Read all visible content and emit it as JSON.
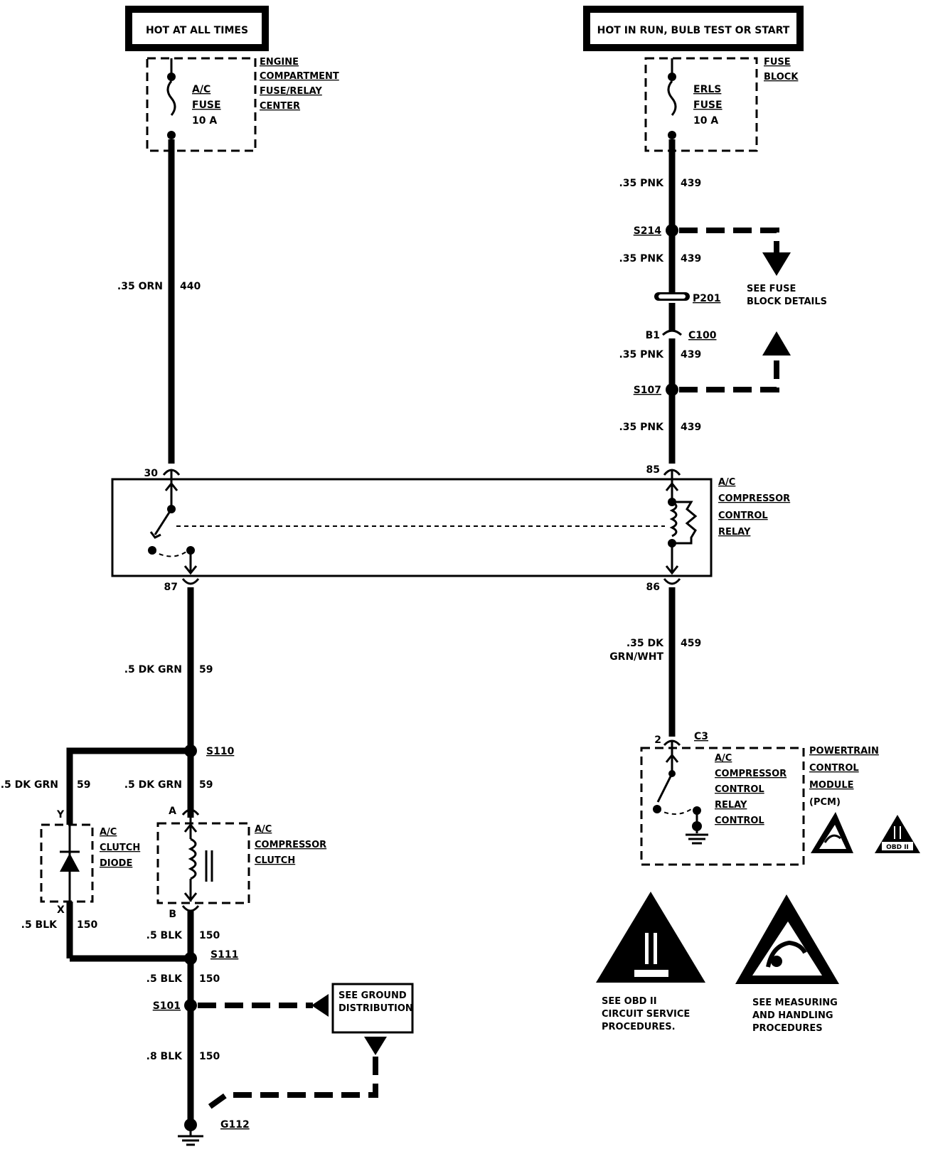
{
  "headers": {
    "left": "HOT AT ALL TIMES",
    "right": "HOT IN RUN, BULB TEST OR START"
  },
  "fuse_left": {
    "name": [
      "A/C",
      "FUSE",
      "10 A"
    ],
    "location": [
      "ENGINE",
      "COMPARTMENT",
      "FUSE/RELAY",
      "CENTER"
    ]
  },
  "fuse_right": {
    "name": [
      "ERLS",
      "FUSE",
      "10 A"
    ],
    "location": [
      "FUSE",
      "BLOCK"
    ]
  },
  "wires": {
    "w440": {
      "gauge": ".35 ORN",
      "circuit": "440"
    },
    "w439a": {
      "gauge": ".35 PNK",
      "circuit": "439"
    },
    "w439b": {
      "gauge": ".35 PNK",
      "circuit": "439"
    },
    "w439c": {
      "gauge": ".35 PNK",
      "circuit": "439"
    },
    "w439d": {
      "gauge": ".35 PNK",
      "circuit": "439"
    },
    "w459": {
      "gauge_line1": ".35 DK",
      "gauge_line2": "GRN/WHT",
      "circuit": "459"
    },
    "w59a": {
      "gauge": ".5 DK GRN",
      "circuit": "59"
    },
    "w59b": {
      "gauge": ".5 DK GRN",
      "circuit": "59"
    },
    "w59c": {
      "gauge": ".5 DK GRN",
      "circuit": "59"
    },
    "w150a": {
      "gauge": ".5 BLK",
      "circuit": "150"
    },
    "w150b": {
      "gauge": ".5 BLK",
      "circuit": "150"
    },
    "w150c": {
      "gauge": ".5 BLK",
      "circuit": "150"
    },
    "w150d": {
      "gauge": ".8 BLK",
      "circuit": "150"
    }
  },
  "splices": {
    "s214": "S214",
    "s107": "S107",
    "s110": "S110",
    "s111": "S111",
    "s101": "S101",
    "g112": "G112"
  },
  "connectors": {
    "p201": "P201",
    "c100": "C100",
    "b1": "B1",
    "c3": "C3"
  },
  "pins": {
    "p30": "30",
    "p85": "85",
    "p87": "87",
    "p86": "86",
    "p2": "2",
    "pA": "A",
    "pB": "B",
    "pY": "Y",
    "pX": "X"
  },
  "fuse_block_ref": [
    "SEE FUSE",
    "BLOCK DETAILS"
  ],
  "relay_label": [
    "A/C",
    "COMPRESSOR",
    "CONTROL",
    "RELAY"
  ],
  "pcm_label": [
    "POWERTRAIN",
    "CONTROL",
    "MODULE",
    "(PCM)"
  ],
  "pcm_inner": [
    "A/C",
    "COMPRESSOR",
    "CONTROL",
    "RELAY",
    "CONTROL"
  ],
  "diode_label": [
    "A/C",
    "CLUTCH",
    "DIODE"
  ],
  "clutch_label": [
    "A/C",
    "COMPRESSOR",
    "CLUTCH"
  ],
  "ground_ref": [
    "SEE GROUND",
    "DISTRIBUTION"
  ],
  "obd_small": "OBD II",
  "obd_note": [
    "SEE OBD II",
    "CIRCUIT SERVICE",
    "PROCEDURES."
  ],
  "esd_note": [
    "SEE MEASURING",
    "AND HANDLING",
    "PROCEDURES"
  ]
}
